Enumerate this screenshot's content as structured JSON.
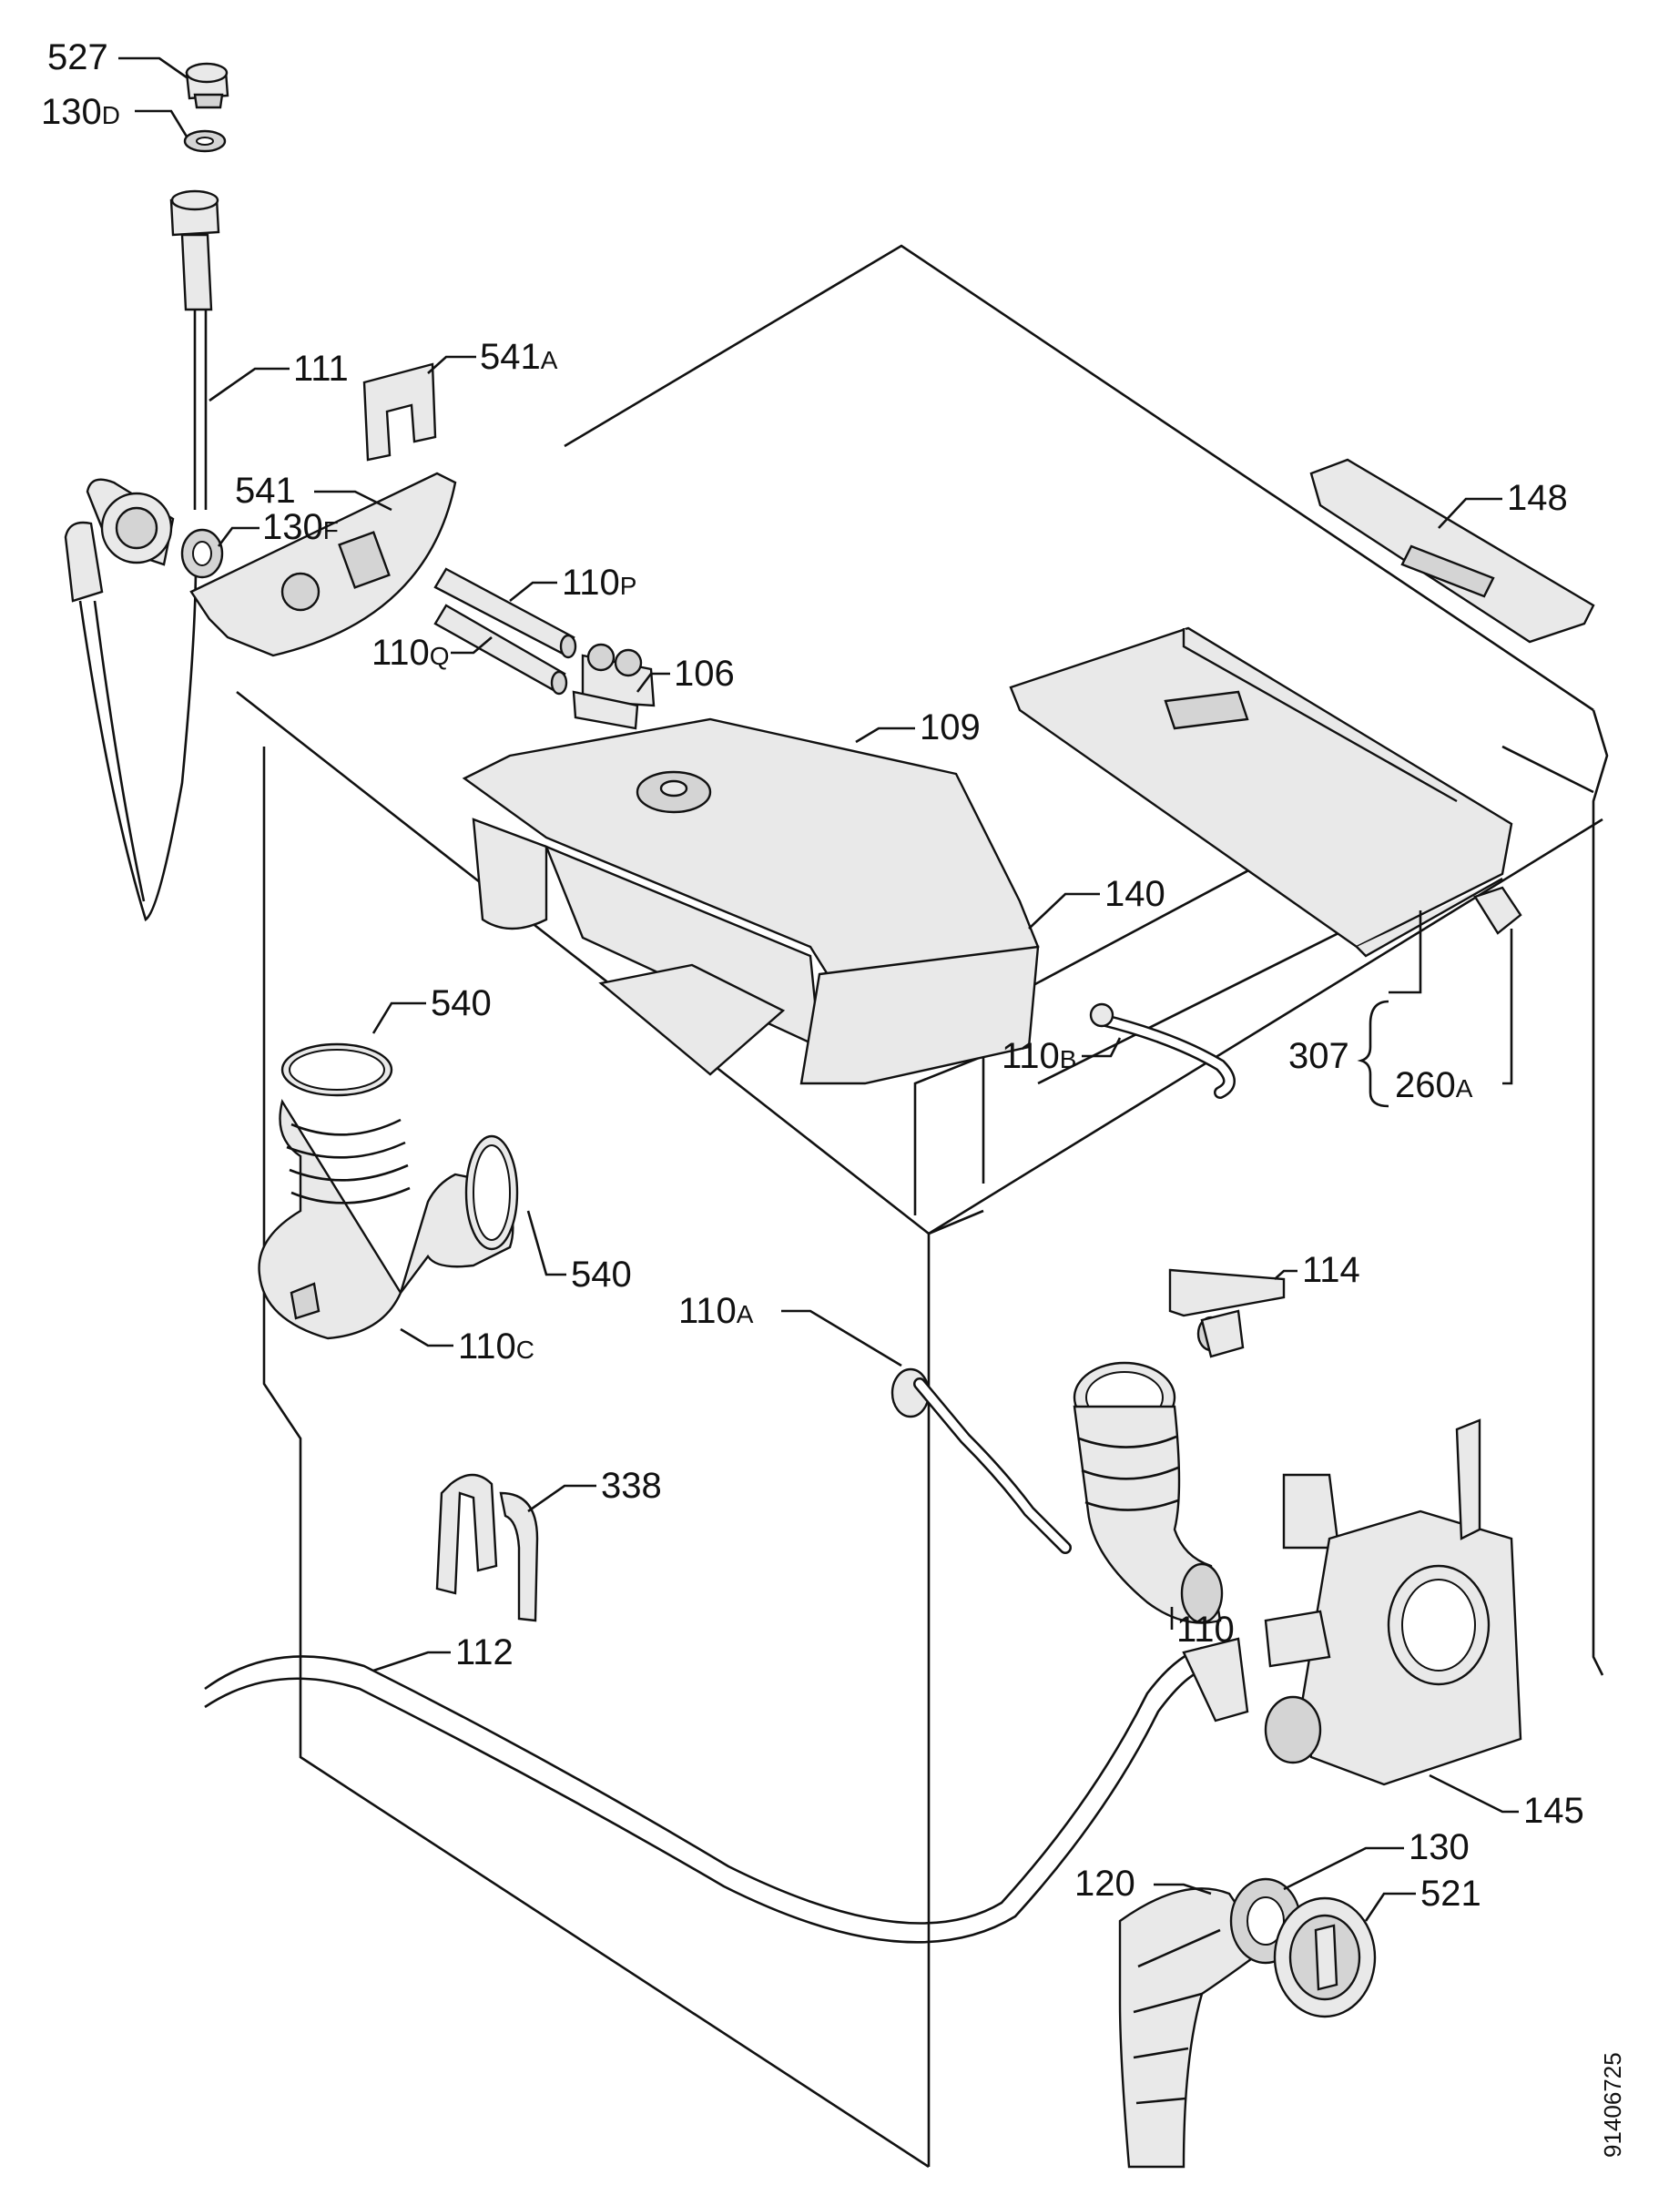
{
  "labels": {
    "l527": {
      "main": "527",
      "sub": ""
    },
    "l130d": {
      "main": "130",
      "sub": "D"
    },
    "l111": {
      "main": "111",
      "sub": ""
    },
    "l541a": {
      "main": "541",
      "sub": "A"
    },
    "l541": {
      "main": "541",
      "sub": ""
    },
    "l130f": {
      "main": "130",
      "sub": "F"
    },
    "l110p": {
      "main": "110",
      "sub": "P"
    },
    "l110q": {
      "main": "110",
      "sub": "Q"
    },
    "l106": {
      "main": "106",
      "sub": ""
    },
    "l109": {
      "main": "109",
      "sub": ""
    },
    "l148": {
      "main": "148",
      "sub": ""
    },
    "l140": {
      "main": "140",
      "sub": ""
    },
    "l110b": {
      "main": "110",
      "sub": "B"
    },
    "l307": {
      "main": "307",
      "sub": ""
    },
    "l260a": {
      "main": "260",
      "sub": "A"
    },
    "l540a": {
      "main": "540",
      "sub": ""
    },
    "l540b": {
      "main": "540",
      "sub": ""
    },
    "l110c": {
      "main": "110",
      "sub": "C"
    },
    "l114": {
      "main": "114",
      "sub": ""
    },
    "l110a": {
      "main": "110",
      "sub": "A"
    },
    "l338": {
      "main": "338",
      "sub": ""
    },
    "l110": {
      "main": "110",
      "sub": ""
    },
    "l112": {
      "main": "112",
      "sub": ""
    },
    "l145": {
      "main": "145",
      "sub": ""
    },
    "l130": {
      "main": "130",
      "sub": ""
    },
    "l120": {
      "main": "120",
      "sub": ""
    },
    "l521": {
      "main": "521",
      "sub": ""
    }
  },
  "document_number": "91406725"
}
